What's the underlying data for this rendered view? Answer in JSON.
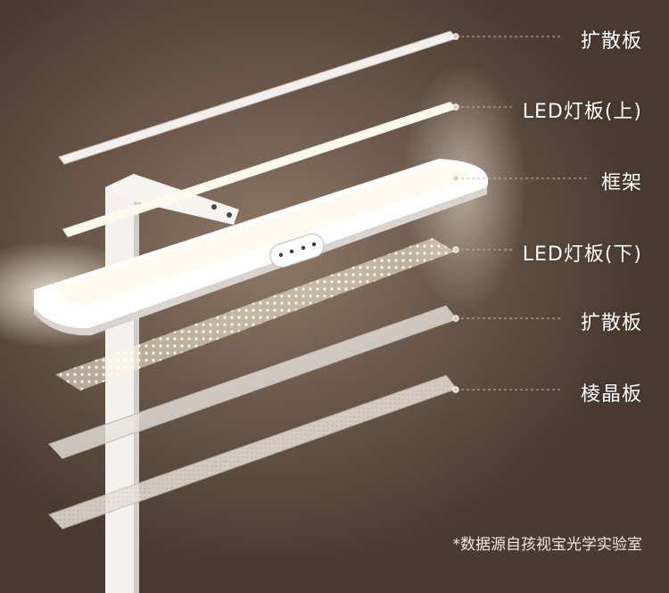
{
  "layers": [
    {
      "id": "diffuser-top",
      "label": "扩散板"
    },
    {
      "id": "led-board-upper",
      "label": "LED灯板(上)"
    },
    {
      "id": "frame",
      "label": "框架"
    },
    {
      "id": "led-board-lower",
      "label": "LED灯板(下)"
    },
    {
      "id": "diffuser-bottom",
      "label": "扩散板"
    },
    {
      "id": "prism-plate",
      "label": "棱晶板"
    }
  ],
  "footnote": "*数据源自孩视宝光学实验室",
  "colors": {
    "background": "#4a3a30",
    "label": "#ffffff",
    "leader_dot": "#e7c9a8"
  }
}
